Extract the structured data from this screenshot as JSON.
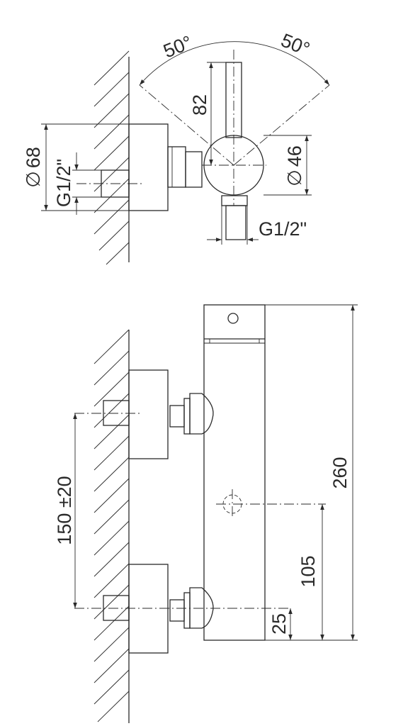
{
  "labels": {
    "angle_left": "50°",
    "angle_right": "50°",
    "handle_length": "82",
    "diameter_outer": "68",
    "diameter_symbol": "∅",
    "thread_wall": "G1/2\"",
    "diameter_body": "46",
    "thread_outlet": "G1/2\"",
    "centers": "150 ±20",
    "total_length": "260",
    "outlet_height": "105",
    "bottom_offset": "25"
  }
}
